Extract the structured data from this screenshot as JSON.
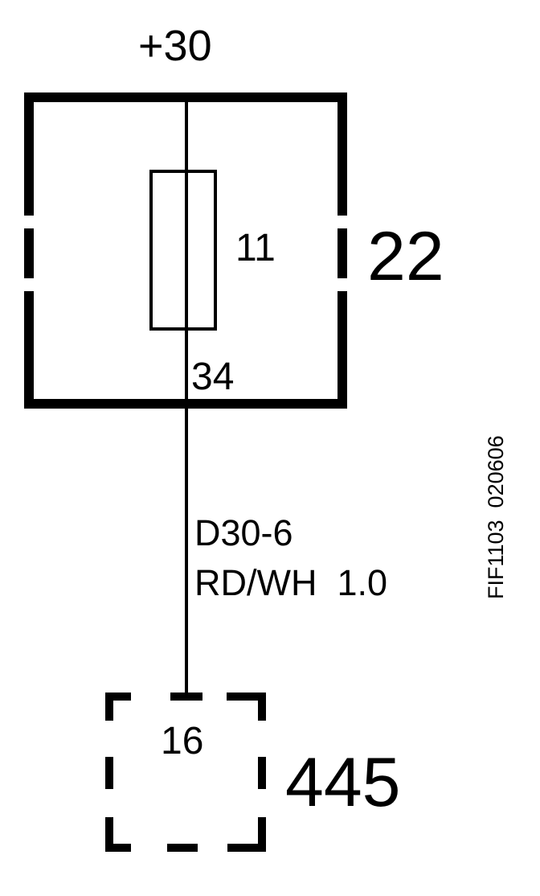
{
  "diagram": {
    "supply_label": "+30",
    "fuse_box": {
      "id": "22",
      "fuse_number": "11",
      "output_pin": "34"
    },
    "wire": {
      "circuit": "D30-6",
      "spec": "RD/WH  1.0"
    },
    "connector": {
      "id": "445",
      "pin": "16"
    },
    "reference": "FIF1103  020606",
    "colors": {
      "line": "#000000",
      "background": "#ffffff"
    }
  }
}
